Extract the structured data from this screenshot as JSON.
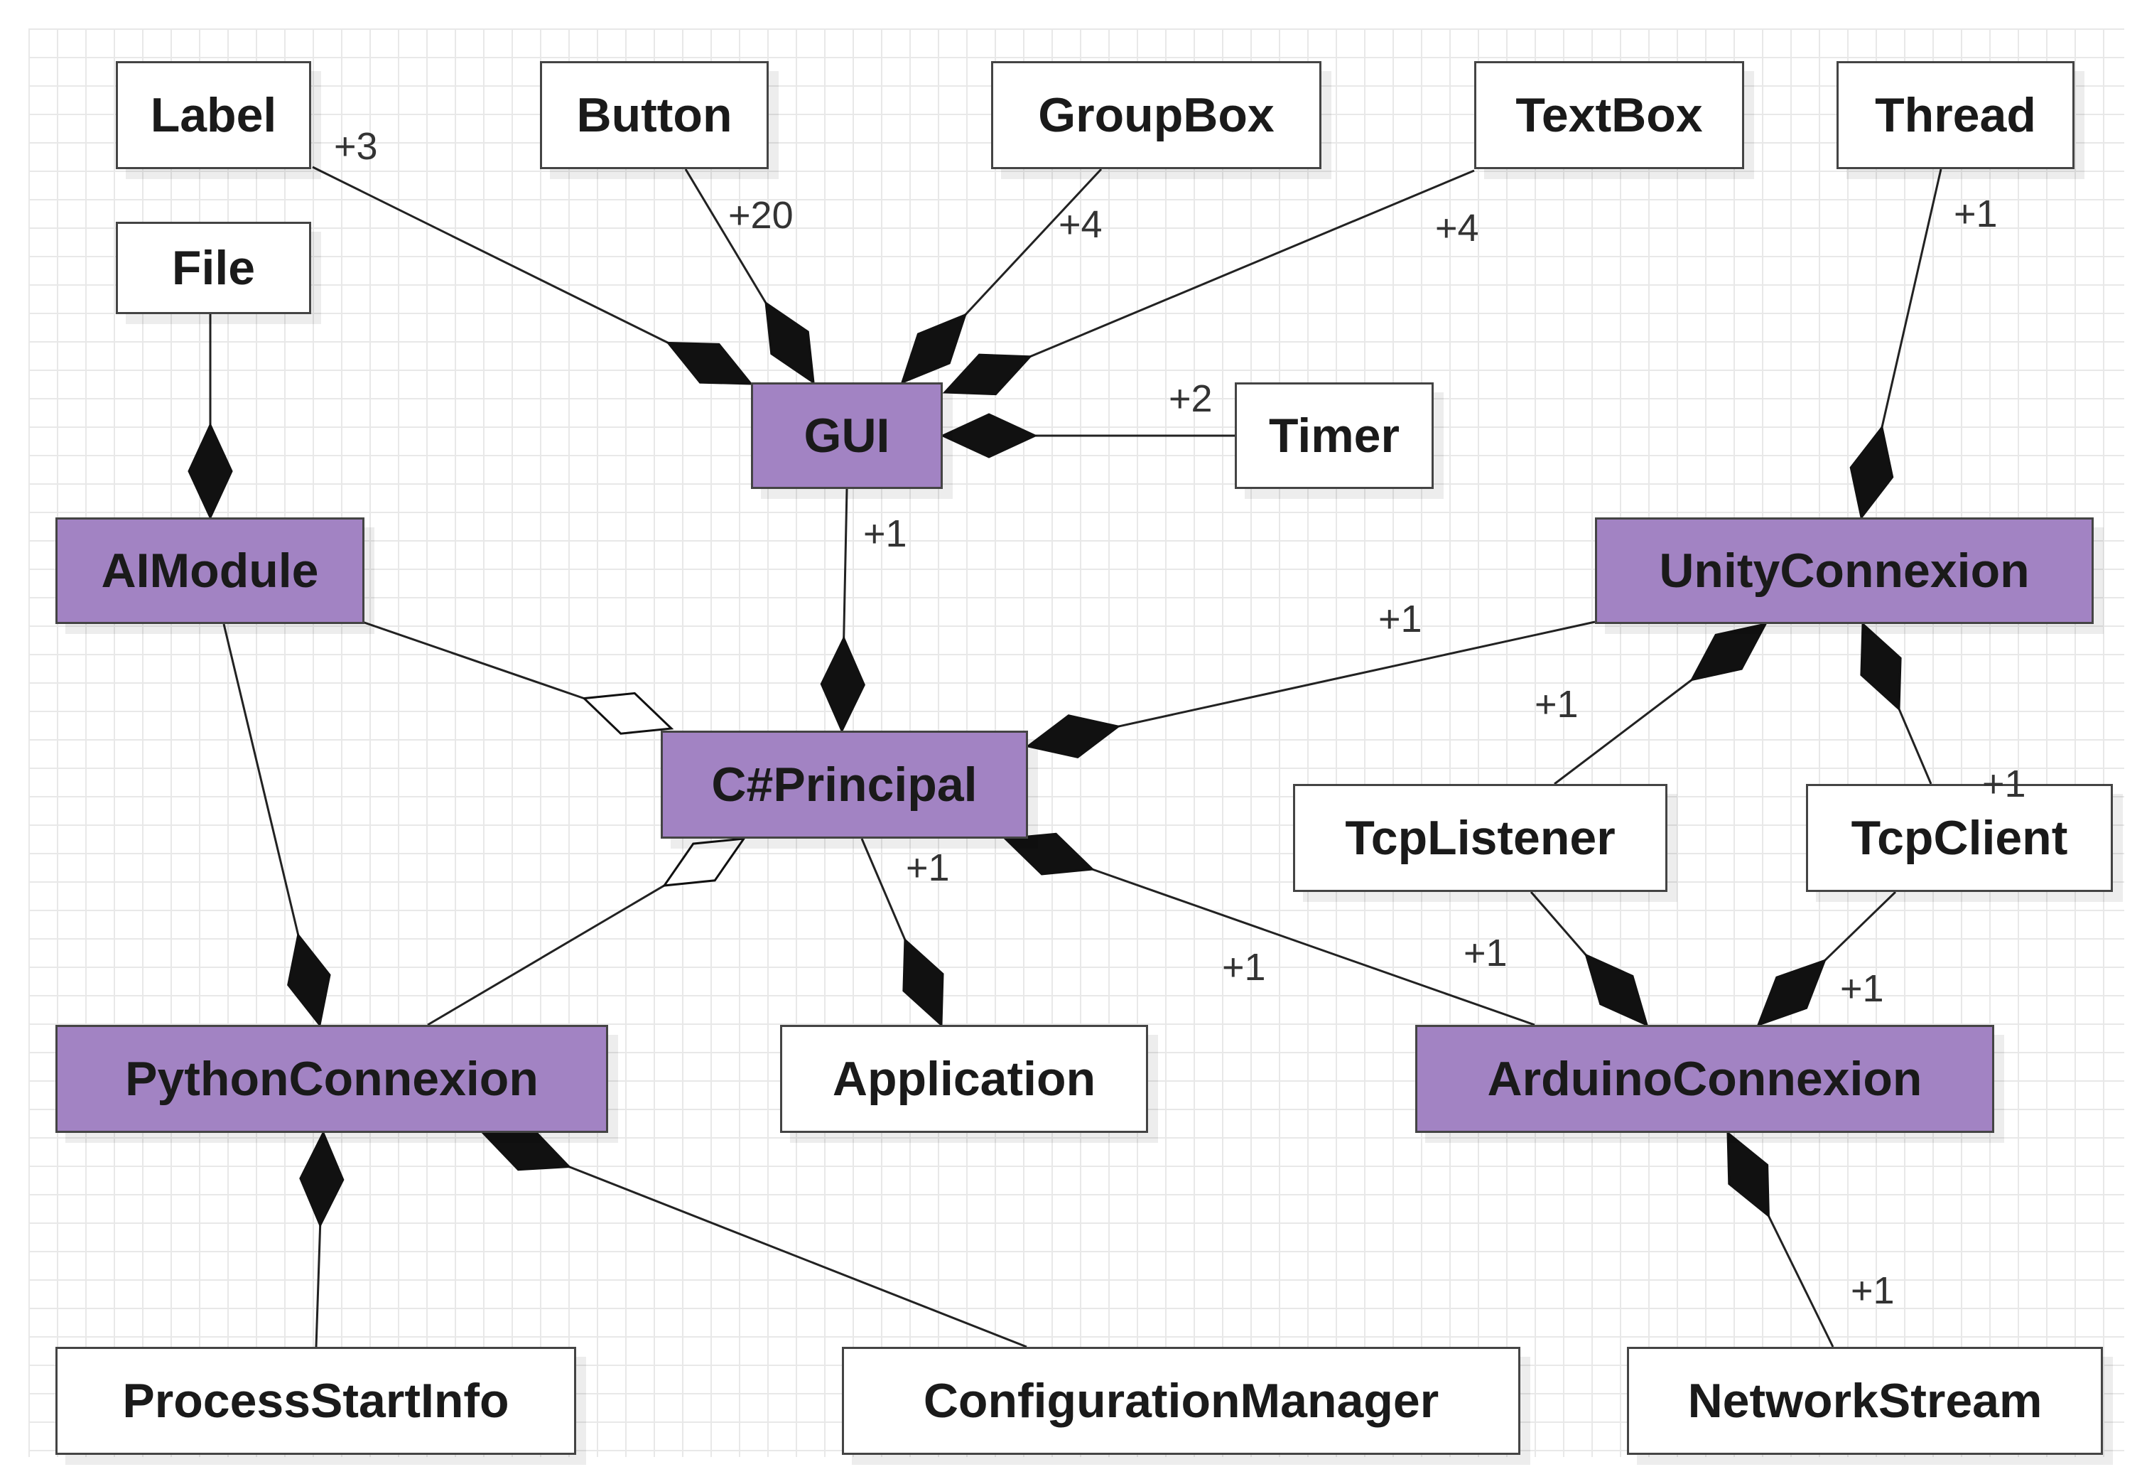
{
  "diagram": {
    "nodes": [
      {
        "id": "label",
        "label": "Label",
        "highlight": false
      },
      {
        "id": "button",
        "label": "Button",
        "highlight": false
      },
      {
        "id": "groupbox",
        "label": "GroupBox",
        "highlight": false
      },
      {
        "id": "textbox",
        "label": "TextBox",
        "highlight": false
      },
      {
        "id": "thread",
        "label": "Thread",
        "highlight": false
      },
      {
        "id": "file",
        "label": "File",
        "highlight": false
      },
      {
        "id": "gui",
        "label": "GUI",
        "highlight": true
      },
      {
        "id": "timer",
        "label": "Timer",
        "highlight": false
      },
      {
        "id": "aimodule",
        "label": "AIModule",
        "highlight": true
      },
      {
        "id": "unityconnexion",
        "label": "UnityConnexion",
        "highlight": true
      },
      {
        "id": "csprincipal",
        "label": "C#Principal",
        "highlight": true
      },
      {
        "id": "tcplistener",
        "label": "TcpListener",
        "highlight": false
      },
      {
        "id": "tcpclient",
        "label": "TcpClient",
        "highlight": false
      },
      {
        "id": "pythonconnexion",
        "label": "PythonConnexion",
        "highlight": true
      },
      {
        "id": "application",
        "label": "Application",
        "highlight": false
      },
      {
        "id": "arduinoconnexion",
        "label": "ArduinoConnexion",
        "highlight": true
      },
      {
        "id": "processstartinfo",
        "label": "ProcessStartInfo",
        "highlight": false
      },
      {
        "id": "configurationmanager",
        "label": "ConfigurationManager",
        "highlight": false
      },
      {
        "id": "networkstream",
        "label": "NetworkStream",
        "highlight": false
      }
    ],
    "edges": [
      {
        "id": "label-gui",
        "from": "label",
        "to": "gui",
        "kind": "composition",
        "multiplicity": "+3"
      },
      {
        "id": "button-gui",
        "from": "button",
        "to": "gui",
        "kind": "composition",
        "multiplicity": "+20"
      },
      {
        "id": "groupbox-gui",
        "from": "groupbox",
        "to": "gui",
        "kind": "composition",
        "multiplicity": "+4"
      },
      {
        "id": "textbox-gui",
        "from": "textbox",
        "to": "gui",
        "kind": "composition",
        "multiplicity": "+4"
      },
      {
        "id": "timer-gui",
        "from": "timer",
        "to": "gui",
        "kind": "composition",
        "multiplicity": "+2"
      },
      {
        "id": "file-aimodule",
        "from": "file",
        "to": "aimodule",
        "kind": "composition",
        "multiplicity": ""
      },
      {
        "id": "thread-unity",
        "from": "thread",
        "to": "unityconnexion",
        "kind": "composition",
        "multiplicity": "+1"
      },
      {
        "id": "gui-principal",
        "from": "gui",
        "to": "csprincipal",
        "kind": "composition",
        "multiplicity": "+1"
      },
      {
        "id": "aimodule-principal",
        "from": "aimodule",
        "to": "csprincipal",
        "kind": "aggregation",
        "multiplicity": ""
      },
      {
        "id": "unity-principal",
        "from": "unityconnexion",
        "to": "csprincipal",
        "kind": "composition",
        "multiplicity": "+1"
      },
      {
        "id": "tcplistener-unity",
        "from": "tcplistener",
        "to": "unityconnexion",
        "kind": "composition",
        "multiplicity": "+1"
      },
      {
        "id": "tcpclient-unity",
        "from": "tcpclient",
        "to": "unityconnexion",
        "kind": "composition",
        "multiplicity": "+1"
      },
      {
        "id": "aimodule-python",
        "from": "aimodule",
        "to": "pythonconnexion",
        "kind": "composition",
        "multiplicity": ""
      },
      {
        "id": "python-principal",
        "from": "pythonconnexion",
        "to": "csprincipal",
        "kind": "aggregation",
        "multiplicity": ""
      },
      {
        "id": "principal-application",
        "from": "csprincipal",
        "to": "application",
        "kind": "composition",
        "multiplicity": "+1"
      },
      {
        "id": "arduino-principal",
        "from": "arduinoconnexion",
        "to": "csprincipal",
        "kind": "composition",
        "multiplicity": "+1"
      },
      {
        "id": "tcplistener-arduino",
        "from": "tcplistener",
        "to": "arduinoconnexion",
        "kind": "composition",
        "multiplicity": "+1"
      },
      {
        "id": "tcpclient-arduino",
        "from": "tcpclient",
        "to": "arduinoconnexion",
        "kind": "composition",
        "multiplicity": "+1"
      },
      {
        "id": "processstartinfo-python",
        "from": "processstartinfo",
        "to": "pythonconnexion",
        "kind": "composition",
        "multiplicity": ""
      },
      {
        "id": "configmanager-python",
        "from": "configurationmanager",
        "to": "pythonconnexion",
        "kind": "composition",
        "multiplicity": ""
      },
      {
        "id": "networkstream-arduino",
        "from": "networkstream",
        "to": "arduinoconnexion",
        "kind": "composition",
        "multiplicity": "+1"
      }
    ],
    "colors": {
      "highlight_fill": "#a283c3",
      "plain_fill": "#ffffff",
      "border": "#444444",
      "line": "#222222",
      "grid": "#e8e8e8"
    }
  }
}
